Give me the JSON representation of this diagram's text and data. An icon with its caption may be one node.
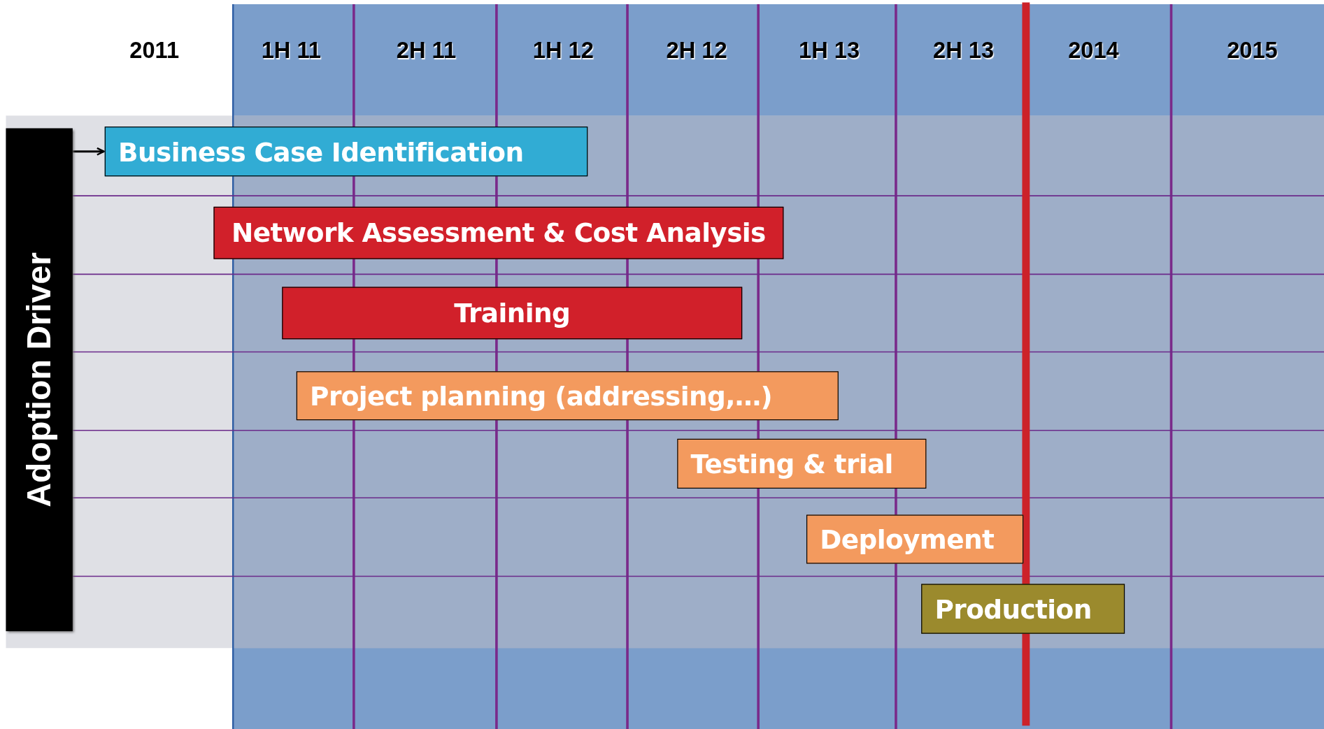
{
  "diagram": {
    "nodes": [
      {
        "text": [
          "Adoption Driver"
        ]
      },
      {
        "text": [
          "Business Case Identification"
        ]
      },
      {
        "text": [
          "Network Assessment & Cost Analysis"
        ]
      },
      {
        "text": [
          "Training"
        ]
      },
      {
        "text": [
          "Project planning (addressing,…)"
        ]
      },
      {
        "text": [
          "Testing & trial"
        ]
      },
      {
        "text": [
          "Deployment"
        ]
      },
      {
        "text": [
          "Production"
        ]
      }
    ],
    "edges": [
      {
        "from": 0,
        "to": 1,
        "arrow": "to"
      }
    ],
    "labels": [
      "2011",
      "1H 11",
      "2H 11",
      "1H 12",
      "2H 12",
      "1H 13",
      "2H 13",
      "2014",
      "2015"
    ]
  }
}
